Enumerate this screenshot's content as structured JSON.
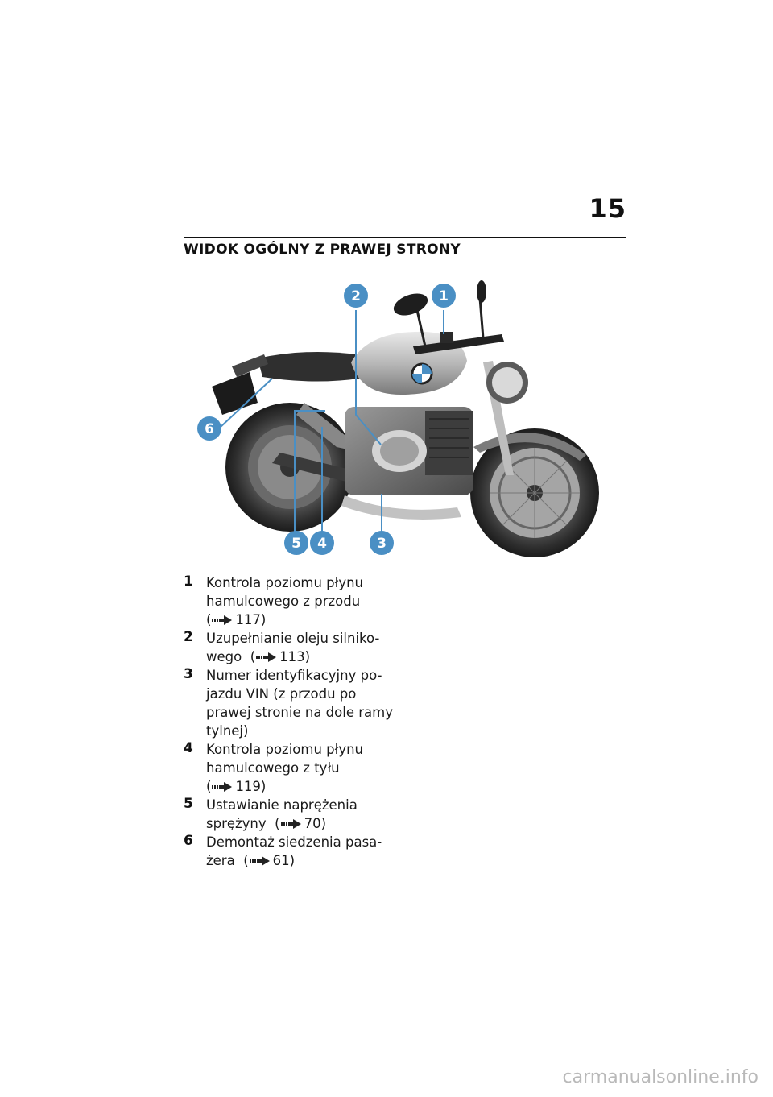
{
  "page": {
    "number": "15",
    "title": "WIDOK OGÓLNY Z PRAWEJ STRONY"
  },
  "figure": {
    "callouts": [
      "1",
      "2",
      "3",
      "4",
      "5",
      "6"
    ],
    "callout_color": "#4a8fc4",
    "logo_icon": "bmw-roundel-icon"
  },
  "legend": [
    {
      "num": "1",
      "text": "Kontrola poziomu płynu hamulcowego z przodu",
      "ref": "117)"
    },
    {
      "num": "2",
      "text": "Uzupełnianie oleju silniko- wego",
      "ref": "113)"
    },
    {
      "num": "3",
      "text": "Numer identyfikacyjny po- jazdu VIN (z przodu po prawej stronie na dole ramy tylnej)",
      "ref": ""
    },
    {
      "num": "4",
      "text": "Kontrola poziomu płynu hamulcowego z tyłu",
      "ref": "119)"
    },
    {
      "num": "5",
      "text": "Ustawianie naprężenia sprężyny",
      "ref": "70)"
    },
    {
      "num": "6",
      "text": "Demontaż siedzenia pasa- żera",
      "ref": "61)"
    }
  ],
  "watermark": "carmanualsonline.info"
}
